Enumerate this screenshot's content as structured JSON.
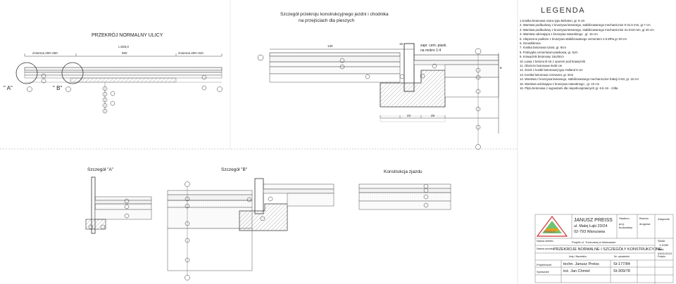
{
  "drawing": {
    "title_detail": "Szczegół przekroju konstrukcyjnego jezdni i chodnika",
    "title_detail_2": "na przejściach dla pieszych",
    "title_section": "PRZEKRÓJ NORMALNY ULICY",
    "title_detail_a": "Szczegół \"A\"",
    "title_detail_b": "Szczegół \"B\"",
    "title_junction": "Konstrukcja zjazdu",
    "label_a": "\" A\"",
    "label_b": "\" B\"",
    "dim_variable_left": "zmienna  200÷250",
    "dim_variable_right": "zmienna  200÷310",
    "dim_500": "500",
    "dim_slope": "i=025,0",
    "note_seal": "zapr. cem.-piask.",
    "note_seal_2": "na mokro 1:4",
    "dim_130": "130",
    "dim_15": "15",
    "dim_23": "23",
    "dim_28": "28",
    "dim_8": "8"
  },
  "legend": {
    "title": "LEGENDA",
    "items": [
      "1.Kostka betonowa szara typu Behaton, gr. 8 cm",
      "2. Warstwa podbudowy z kruszywa łamanego, stabilizowanego mechanicznie 0-31.5 mm, gr.7 cm",
      "3. Warstwa podbudowy z kruszywa łamanego, stabilizowanego mechanicznie 31.5-63 mm, gr 20 cm",
      "4. Warstwa odcinająca z kruszywa naturalnego , gr. 15 cm",
      "5. Ulepszone podłoże z kruszywa stabilizowanego cementem 2.5 MPa gr 20 cm",
      "6. Geowłóknina",
      "7. Kostka betonowa szara, gr.  8cm",
      "8. Podsypka cementowo-piaskowa, gr. 5cm",
      "9. Krawężnik betonowy 15x30cm",
      "10. Ława z betonu B-15 z oporem pod krawężnik",
      "11. Obrzeże betonowe 8x30 cm",
      "12. Ściek z kostki betonowej typu Holland 8 cm",
      "13. Kostka betonowa czerwona, gr. 8cm",
      "14. Warstwa z kruszywa łamanego, stabilizowanego mechanicznie  frakcji 0-63, gr. 15 cm",
      "15. Warstwa odcinająca z kruszywa naturalnego , gr. 10 cm",
      "16. Płyta betonowa z wypustami dla niepełnosprawnych gr. 6.5 cm - żółta"
    ]
  },
  "title_block": {
    "company": "JANUSZ PREISS",
    "address_1": "ul. Malej Łąki 23/24",
    "address_2": "02-793 Warszawa",
    "logo_text": "PREBUD",
    "stadium_label": "Stadium",
    "stadium_value": "proj. budowlany",
    "branch_label": "Branża",
    "branch_value": "drogowa",
    "attachment_label": "Załącznik",
    "object_label": "Nazwa obiektu",
    "object_value": "Projekt ul. Trzcinowej w Warszawie",
    "drawing_name_label": "Nazwa rysunku",
    "drawing_name_value": "PRZEKROJE NORMALNE I SZCZEGÓŁY KONSTRUKCYJNE",
    "scale_label": "Skala",
    "scale_value": "1:10/50",
    "date_label": "Data",
    "date_value": "03/01/2013",
    "role_label": "Imię i Nazwisko",
    "perm_label": "Nr. uprawnień",
    "sign_label": "Podpis",
    "designer_label": "Projektował",
    "designer_name": "techn. Janusz Preiss",
    "designer_perm": "St-177/84",
    "checker_label": "Sprawdził",
    "checker_name": "inż. Jan Chmiel",
    "checker_perm": "St-309/78"
  }
}
